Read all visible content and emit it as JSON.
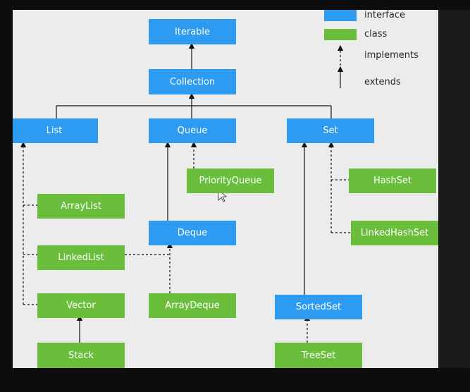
{
  "colors": {
    "interface": "#2e9bf2",
    "class": "#6bbe3c",
    "background": "#ececec"
  },
  "legend": {
    "interface_label": "interface",
    "class_label": "class",
    "implements_label": "implements",
    "extends_label": "extends"
  },
  "nodes": {
    "iterable": "Iterable",
    "collection": "Collection",
    "list": "List",
    "queue": "Queue",
    "set": "Set",
    "priority_queue": "PriorityQueue",
    "hash_set": "HashSet",
    "linked_hash_set": "LinkedHashSet",
    "array_list": "ArrayList",
    "linked_list": "LinkedList",
    "vector": "Vector",
    "stack": "Stack",
    "deque": "Deque",
    "array_deque": "ArrayDeque",
    "sorted_set": "SortedSet",
    "tree_set": "TreeSet"
  }
}
